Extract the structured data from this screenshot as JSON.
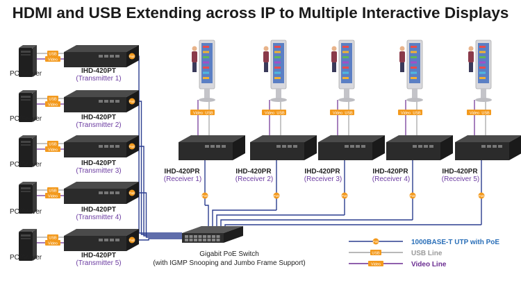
{
  "title": "HDMI and USB Extending across IP to Multiple Interactive Displays",
  "pc_label": "PC/Server",
  "transmitters": [
    {
      "model": "IHD-420PT",
      "role": "(Transmitter 1)"
    },
    {
      "model": "IHD-420PT",
      "role": "(Transmitter 2)"
    },
    {
      "model": "IHD-420PT",
      "role": "(Transmitter 3)"
    },
    {
      "model": "IHD-420PT",
      "role": "(Transmitter 4)"
    },
    {
      "model": "IHD-420PT",
      "role": "(Transmitter 5)"
    }
  ],
  "receivers": [
    {
      "model": "IHD-420PR",
      "role": "(Receiver 1)"
    },
    {
      "model": "IHD-420PR",
      "role": "(Receiver 2)"
    },
    {
      "model": "IHD-420PR",
      "role": "(Receiver 3)"
    },
    {
      "model": "IHD-420PR",
      "role": "(Receiver 4)"
    },
    {
      "model": "IHD-420PR",
      "role": "(Receiver 5)"
    }
  ],
  "tags": {
    "usb": "USB",
    "video": "Video",
    "poe": "PoE"
  },
  "switch": {
    "name": "Gigabit PoE Switch",
    "note": "(with IGMP Snooping and Jumbo Frame Support)"
  },
  "legend": [
    {
      "label": "1000BASE-T UTP with PoE",
      "color": "#2a3d8f",
      "tag": "PoE"
    },
    {
      "label": "USB Line",
      "color": "#a0a0a0",
      "tag": "USB"
    },
    {
      "label": "Video Line",
      "color": "#6a2c91",
      "tag": "Video"
    }
  ],
  "colors": {
    "poe_line": "#2a3d8f",
    "usb_line": "#a0a0a0",
    "video_line": "#6a2c91",
    "tag_orange": "#f39a1e",
    "device_dark": "#2b2b2b",
    "role_text": "#6a3aa0"
  }
}
